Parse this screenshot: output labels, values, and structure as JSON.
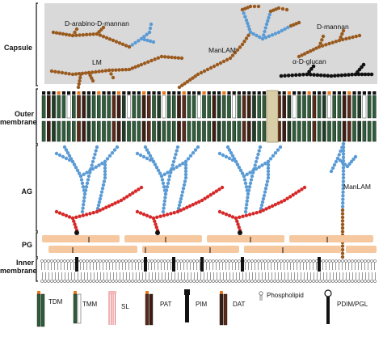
{
  "regions": {
    "capsule": "Capsule",
    "outer_membrane_1": "Outer",
    "outer_membrane_2": "membrane",
    "ag": "AG",
    "pg": "PG",
    "inner_membrane_1": "Inner",
    "inner_membrane_2": "membrane"
  },
  "capsule_labels": {
    "arabinomannan": "D-arabino-D-mannan",
    "lm": "LM",
    "manlam": "ManLAM",
    "mannan": "D-mannan",
    "glucan": "α-D-glucan"
  },
  "ag_labels": {
    "manlam": "ManLAM"
  },
  "legend": [
    {
      "key": "tdm",
      "label": "TDM"
    },
    {
      "key": "tmm",
      "label": "TMM"
    },
    {
      "key": "sl",
      "label": "SL"
    },
    {
      "key": "pat",
      "label": "PAT"
    },
    {
      "key": "pim",
      "label": "PIM"
    },
    {
      "key": "dat",
      "label": "DAT"
    },
    {
      "key": "phospholipid",
      "label": "Phospholipid"
    },
    {
      "key": "pdim",
      "label": "PDIM/PGL"
    }
  ],
  "colors": {
    "capsule_bg": "#d9d9d9",
    "brown_sugar": "#9a5a1e",
    "blue_sugar": "#5b9bd5",
    "red_sugar": "#d62828",
    "black_sugar": "#111111",
    "pg_bar": "#f6c8a0",
    "tdm_green": "#2f5d3a",
    "orange_head": "#e8791e"
  }
}
